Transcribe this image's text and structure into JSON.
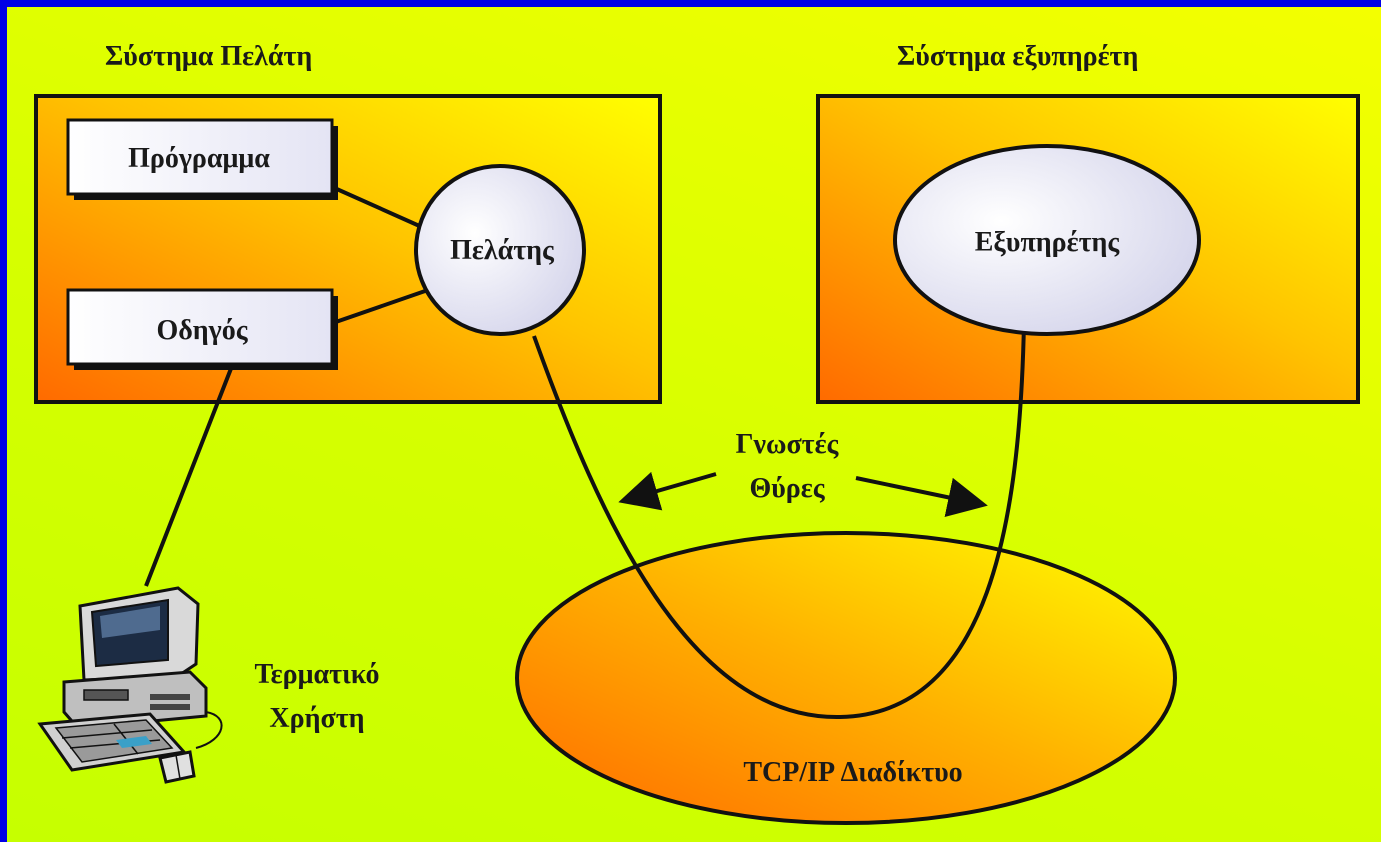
{
  "client_system": {
    "title": "Σύστημα Πελάτη"
  },
  "server_system": {
    "title": "Σύστημα εξυπηρέτη"
  },
  "program": {
    "label": "Πρόγραμμα"
  },
  "driver": {
    "label": "Οδηγός"
  },
  "client": {
    "label": "Πελάτης"
  },
  "server": {
    "label": "Εξυπηρέτης"
  },
  "known_ports": {
    "line1": "Γνωστές",
    "line2": "Θύρες"
  },
  "internet": {
    "label": "TCP/IP Διαδίκτυο"
  },
  "terminal": {
    "line1": "Τερματικό",
    "line2": "Χρήστη"
  },
  "colors": {
    "frame_border": "#0000e6",
    "background": "#d6ff00",
    "box_gradient_light": "#ffea00",
    "box_gradient_dark": "#ff6a00",
    "node_fill": "#e6e6f5"
  }
}
